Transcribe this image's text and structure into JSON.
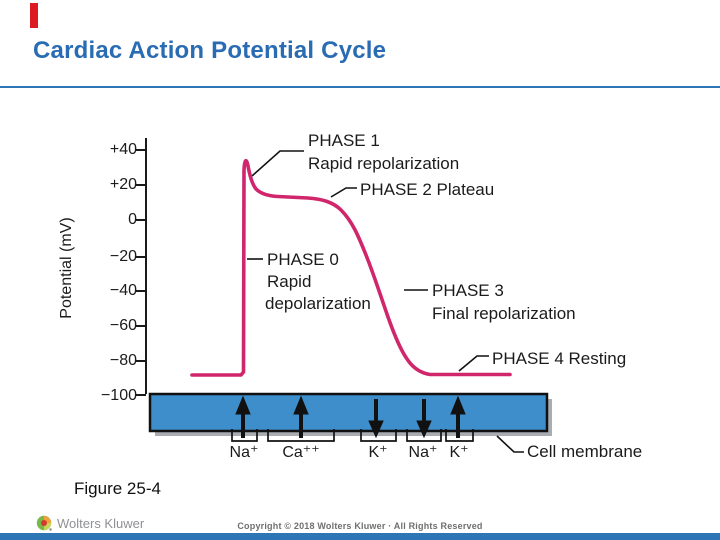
{
  "slide": {
    "title": "Cardiac Action Potential Cycle",
    "figure_caption": "Figure 25-4"
  },
  "footer": {
    "logo_text": "Wolters Kluwer",
    "copyright": "Copyright © 2018 Wolters Kluwer · All Rights Reserved"
  },
  "diagram": {
    "y_axis": {
      "label": "Potential (mV)",
      "ticks": [
        "+40",
        "+20",
        "0",
        "−20",
        "−40",
        "−60",
        "−80",
        "−100"
      ]
    },
    "phases": {
      "phase1": {
        "title": "PHASE 1",
        "subtitle": "Rapid repolarization"
      },
      "phase2": {
        "title": "PHASE 2 Plateau"
      },
      "phase0": {
        "title": "PHASE 0",
        "subtitle_line1": "Rapid",
        "subtitle_line2": "depolarization"
      },
      "phase3": {
        "title": "PHASE 3",
        "subtitle": "Final repolarization"
      },
      "phase4": {
        "title": "PHASE 4 Resting"
      }
    },
    "membrane": {
      "label": "Cell membrane",
      "ions": [
        {
          "label": "Na⁺",
          "arrow": "up"
        },
        {
          "label": "Ca⁺⁺",
          "arrow": "up"
        },
        {
          "label": "K⁺",
          "arrow": "down"
        },
        {
          "label": "Na⁺",
          "arrow": "down"
        },
        {
          "label": "K⁺",
          "arrow": "up"
        }
      ]
    },
    "colors": {
      "curve": "#d0266b",
      "membrane_fill": "#3e8ecb",
      "accent_red": "#dd1a21",
      "title_blue": "#2a6cb3",
      "divider_blue": "#2e75b6"
    }
  }
}
